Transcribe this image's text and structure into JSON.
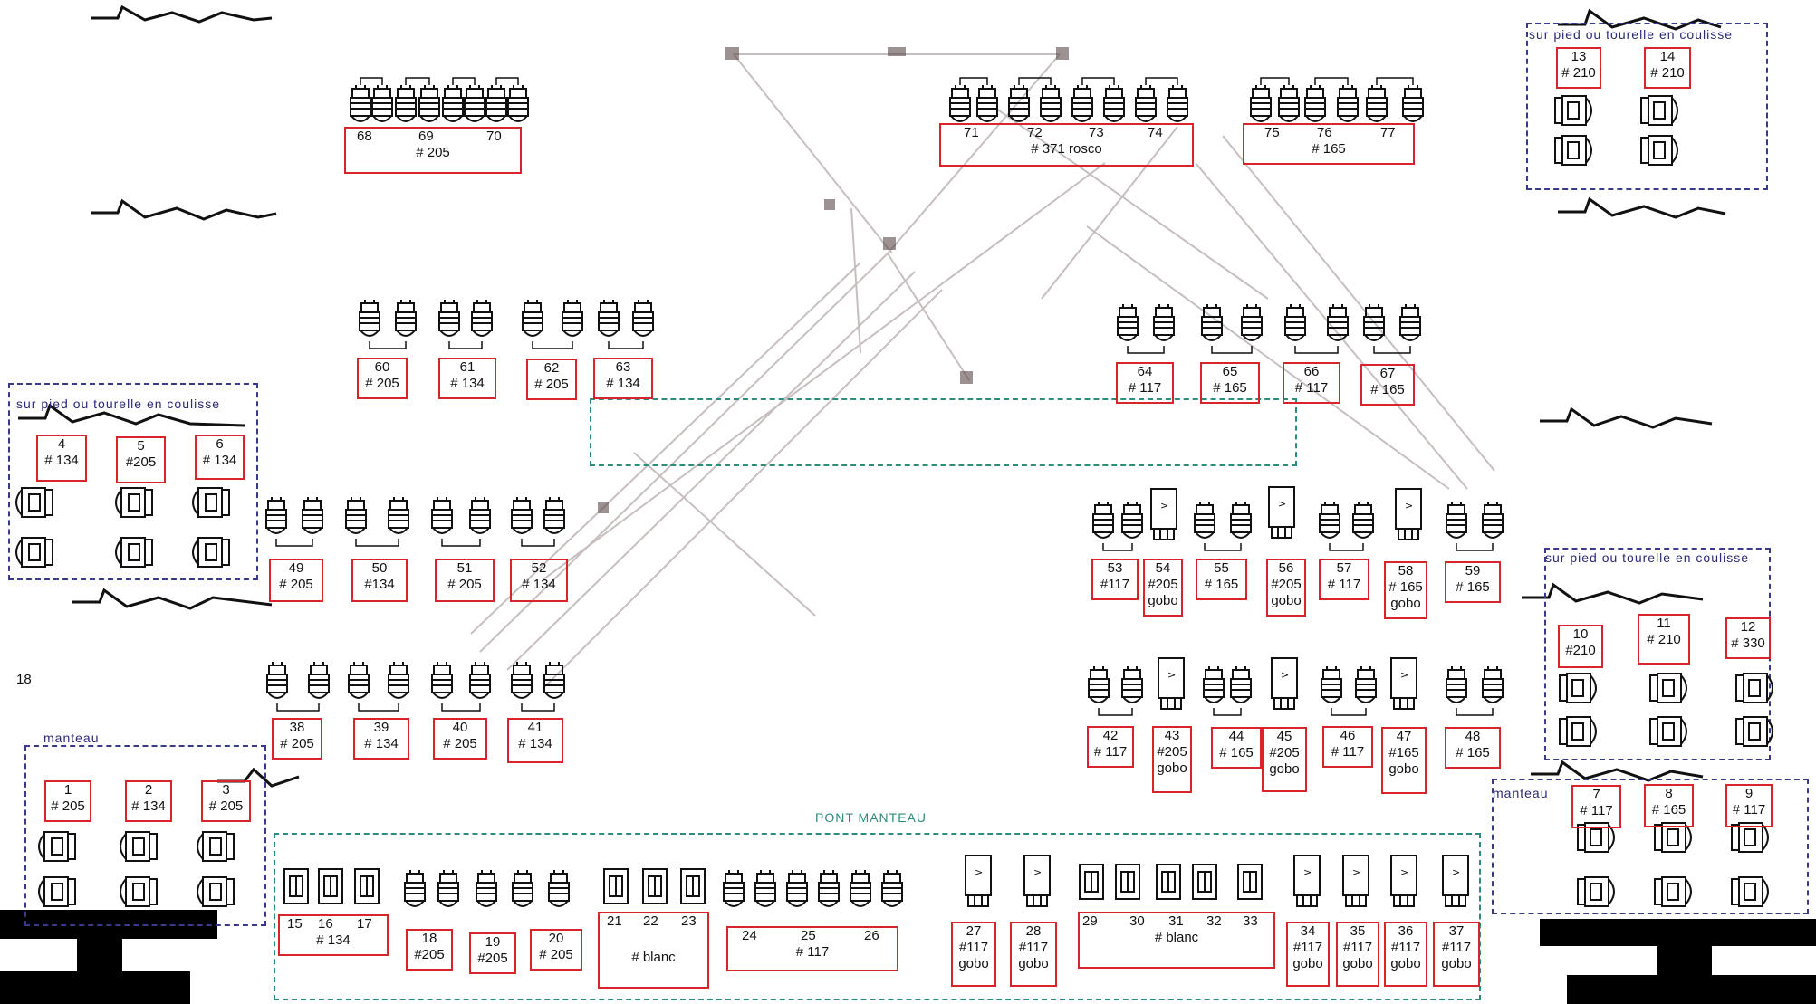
{
  "labels": {
    "l1": {
      "num": "1",
      "col": "# 205"
    },
    "l2": {
      "num": "2",
      "col": "# 134"
    },
    "l3": {
      "num": "3",
      "col": "# 205"
    },
    "l4": {
      "num": "4",
      "col": "# 134"
    },
    "l5": {
      "num": "5",
      "col": "#205"
    },
    "l6": {
      "num": "6",
      "col": "# 134"
    },
    "l7": {
      "num": "7",
      "col": "# 117"
    },
    "l8": {
      "num": "8",
      "col": "# 165"
    },
    "l9": {
      "num": "9",
      "col": "# 117"
    },
    "l10": {
      "num": "10",
      "col": "#210"
    },
    "l11": {
      "num": "11",
      "col": "# 210"
    },
    "l12": {
      "num": "12",
      "col": "# 330"
    },
    "l13": {
      "num": "13",
      "col": "# 210"
    },
    "l14": {
      "num": "14",
      "col": "# 210"
    },
    "g15_17": {
      "nums": [
        "15",
        "16",
        "17"
      ],
      "col": "# 134"
    },
    "l18": {
      "num": "18",
      "col": "#205"
    },
    "l19": {
      "num": "19",
      "col": "#205"
    },
    "l20": {
      "num": "20",
      "col": "# 205"
    },
    "g21_23": {
      "nums": [
        "21",
        "22",
        "23"
      ],
      "col": "# blanc"
    },
    "g24_26": {
      "nums": [
        "24",
        "25",
        "26"
      ],
      "col": "# 117"
    },
    "l27": {
      "num": "27",
      "col": "#117",
      "gobo": "gobo"
    },
    "l28": {
      "num": "28",
      "col": "#117",
      "gobo": "gobo"
    },
    "g29_33": {
      "nums": [
        "29",
        "30",
        "31",
        "32",
        "33"
      ],
      "col": "# blanc"
    },
    "l34": {
      "num": "34",
      "col": "#117",
      "gobo": "gobo"
    },
    "l35": {
      "num": "35",
      "col": "#117",
      "gobo": "gobo"
    },
    "l36": {
      "num": "36",
      "col": "#117",
      "gobo": "gobo"
    },
    "l37": {
      "num": "37",
      "col": "#117",
      "gobo": "gobo"
    },
    "l38": {
      "num": "38",
      "col": "# 205"
    },
    "l39": {
      "num": "39",
      "col": "# 134"
    },
    "l40": {
      "num": "40",
      "col": "# 205"
    },
    "l41": {
      "num": "41",
      "col": "# 134"
    },
    "l42": {
      "num": "42",
      "col": "# 117"
    },
    "l43": {
      "num": "43",
      "col": "#205",
      "gobo": "gobo"
    },
    "l44": {
      "num": "44",
      "col": "# 165"
    },
    "l45": {
      "num": "45",
      "col": "#205",
      "gobo": "gobo"
    },
    "l46": {
      "num": "46",
      "col": "# 117"
    },
    "l47": {
      "num": "47",
      "col": "#165",
      "gobo": "gobo"
    },
    "l48": {
      "num": "48",
      "col": "# 165"
    },
    "l49": {
      "num": "49",
      "col": "# 205"
    },
    "l50": {
      "num": "50",
      "col": "#134"
    },
    "l51": {
      "num": "51",
      "col": "# 205"
    },
    "l52": {
      "num": "52",
      "col": "# 134"
    },
    "l53": {
      "num": "53",
      "col": "#117"
    },
    "l54": {
      "num": "54",
      "col": "#205",
      "gobo": "gobo"
    },
    "l55": {
      "num": "55",
      "col": "# 165"
    },
    "l56": {
      "num": "56",
      "col": "#205",
      "gobo": "gobo"
    },
    "l57": {
      "num": "57",
      "col": "# 117"
    },
    "l58": {
      "num": "58",
      "col": "# 165",
      "gobo": "gobo"
    },
    "l59": {
      "num": "59",
      "col": "# 165"
    },
    "l60": {
      "num": "60",
      "col": "# 205"
    },
    "l61": {
      "num": "61",
      "col": "# 134"
    },
    "l62": {
      "num": "62",
      "col": "# 205"
    },
    "l63": {
      "num": "63",
      "col": "# 134"
    },
    "l64": {
      "num": "64",
      "col": "# 117"
    },
    "l65": {
      "num": "65",
      "col": "# 165"
    },
    "l66": {
      "num": "66",
      "col": "# 117"
    },
    "l67": {
      "num": "67",
      "col": "# 165"
    },
    "g68_70": {
      "nums": [
        "68",
        "69",
        "70"
      ],
      "col": "# 205"
    },
    "g71_74": {
      "nums": [
        "71",
        "72",
        "73",
        "74"
      ],
      "col": "# 371 rosco"
    },
    "g75_77": {
      "nums": [
        "75",
        "76",
        "77"
      ],
      "col": "# 165"
    }
  },
  "areas": {
    "tl_title": "sur pied  ou tourelle en coulisse",
    "tr_title": "sur pied ou tourelle en coulisse",
    "mr_title": "sur pied ou tourelle en coulisse",
    "bl_title": "manteau",
    "br_title": "manteau",
    "pont_title": "PONT MANTEAU"
  },
  "stray_number": "18",
  "colors": {
    "label_border": "#d8242a",
    "area_border": "#3a3a8a",
    "pont_border": "#2e8c7e",
    "ink": "#111111"
  }
}
